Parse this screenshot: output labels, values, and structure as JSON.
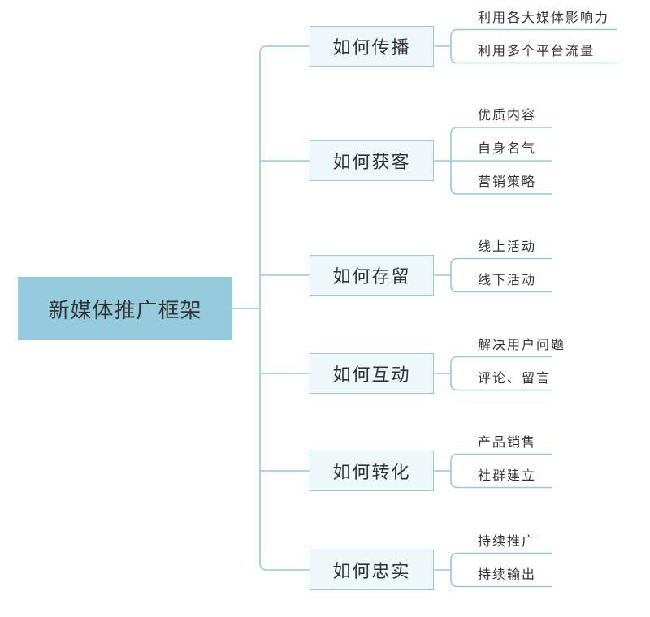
{
  "root": {
    "label": "新媒体推广框架"
  },
  "branches": [
    {
      "label": "如何传播",
      "items": [
        "利用各大媒体影响力",
        "利用多个平台流量"
      ]
    },
    {
      "label": "如何获客",
      "items": [
        "优质内容",
        "自身名气",
        "营销策略"
      ]
    },
    {
      "label": "如何存留",
      "items": [
        "线上活动",
        "线下活动"
      ]
    },
    {
      "label": "如何互动",
      "items": [
        "解决用户问题",
        "评论、留言"
      ]
    },
    {
      "label": "如何转化",
      "items": [
        "产品销售",
        "社群建立"
      ]
    },
    {
      "label": "如何忠实",
      "items": [
        "持续推广",
        "持续输出"
      ]
    }
  ],
  "colors": {
    "root_fill": "#94cbdc",
    "branch_fill": "#eef7fa",
    "line": "#94cbdc",
    "text": "#333333"
  }
}
